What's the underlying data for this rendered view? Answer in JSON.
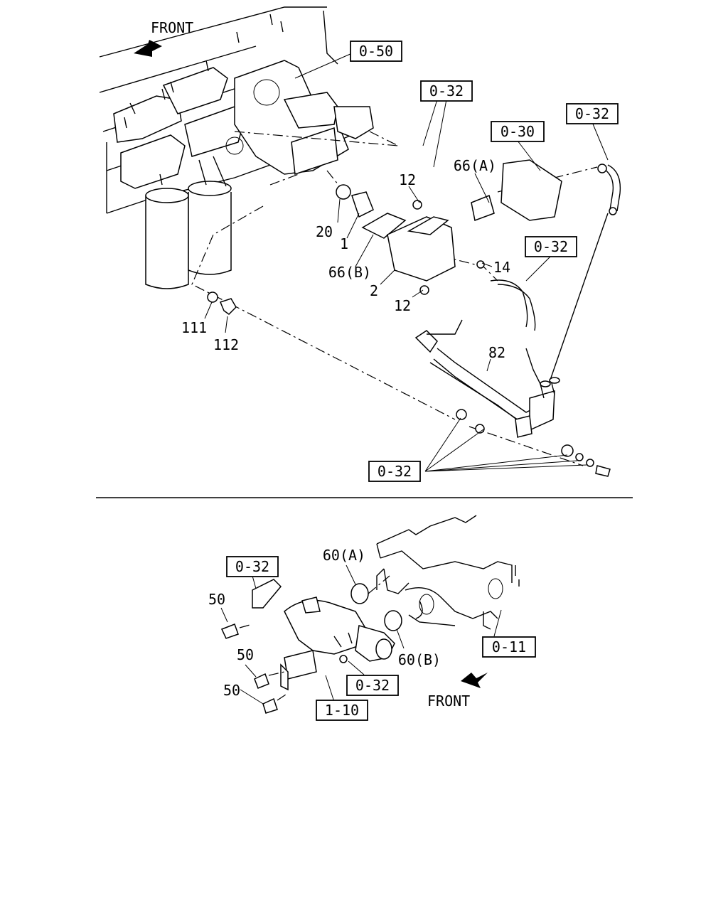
{
  "top": {
    "front_label": "FRONT",
    "refs": [
      "0-50",
      "0-32",
      "0-30",
      "0-32",
      "0-32",
      "0-32"
    ],
    "parts": [
      "12",
      "66(A)",
      "20",
      "1",
      "66(B)",
      "14",
      "2",
      "12",
      "111",
      "112",
      "82"
    ]
  },
  "bottom": {
    "front_label": "FRONT",
    "refs": [
      "0-32",
      "0-11",
      "0-32",
      "1-10"
    ],
    "parts": [
      "60(A)",
      "50",
      "60(B)",
      "50",
      "50"
    ]
  }
}
